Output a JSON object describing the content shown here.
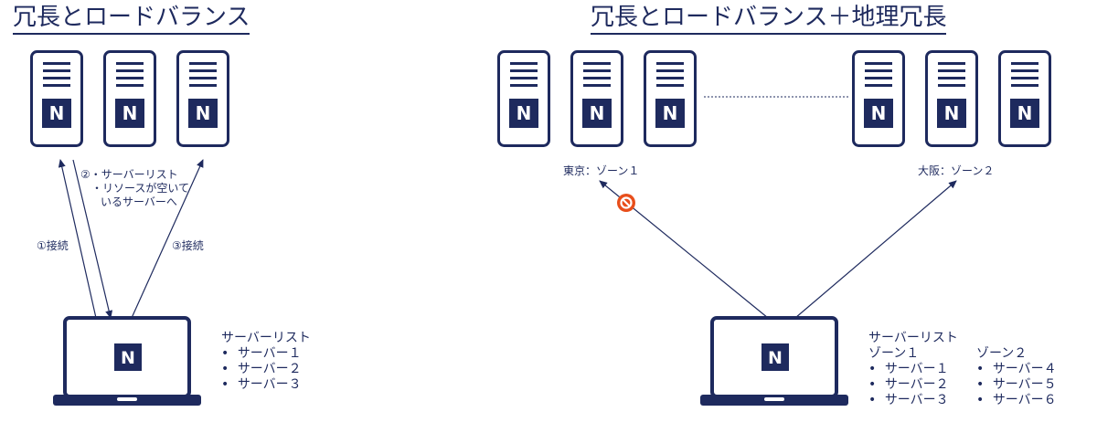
{
  "colors": {
    "navy": "#1e2a5e",
    "line": "#1e2a5e",
    "blocked": "#e84e1b",
    "white": "#ffffff"
  },
  "left": {
    "title": "冗長とロードバランス",
    "server_logo": "N",
    "laptop_logo": "N",
    "note_lines": [
      "②・サーバーリスト",
      "・リソースが空いて",
      "いるサーバーへ"
    ],
    "label_connect1": "①接続",
    "label_connect3": "③接続",
    "server_list": {
      "heading": "サーバーリスト",
      "items": [
        "•\tサーバー１",
        "•\tサーバー２",
        "•\tサーバー３"
      ]
    }
  },
  "right": {
    "title": "冗長とロードバランス＋地理冗長",
    "zone1_label": "東京：ゾーン１",
    "zone2_label": "大阪：ゾーン２",
    "blocked_icon": "prohibited-icon",
    "server_list": {
      "heading": "サーバーリスト",
      "zone1_heading": "ゾーン１",
      "zone2_heading": "ゾーン２",
      "zone1_items": [
        "•\tサーバー１",
        "•\tサーバー２",
        "•\tサーバー３"
      ],
      "zone2_items": [
        "•\tサーバー４",
        "•\tサーバー５",
        "•\tサーバー６"
      ]
    }
  }
}
